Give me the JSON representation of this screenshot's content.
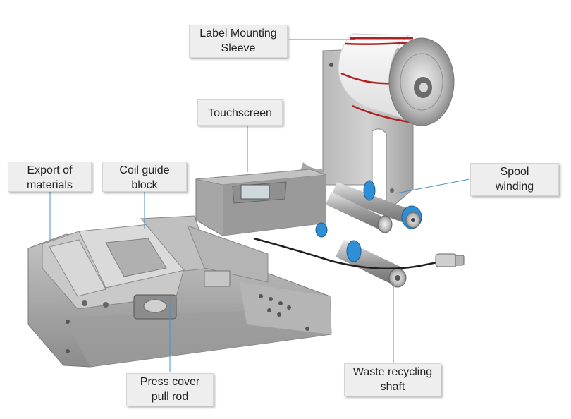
{
  "callouts": {
    "label_mounting_sleeve": {
      "line1": "Label Mounting",
      "line2": "Sleeve"
    },
    "touchscreen": {
      "line1": "Touchscreen"
    },
    "export_of_materials": {
      "line1": "Export of",
      "line2": "materials"
    },
    "coil_guide_block": {
      "line1": "Coil guide",
      "line2": "block"
    },
    "spool_winding": {
      "line1": "Spool",
      "line2": "winding"
    },
    "press_cover_pull_rod": {
      "line1": "Press cover",
      "line2": "pull rod"
    },
    "waste_recycling_shaft": {
      "line1": "Waste recycling",
      "line2": "shaft"
    }
  },
  "colors": {
    "callout_bg": "#eeeeee",
    "leader_line": "#4a90c8",
    "machine_body": "#a9a9a9",
    "roller_accent": "#2f8fd6",
    "label_band": "#b02020"
  }
}
